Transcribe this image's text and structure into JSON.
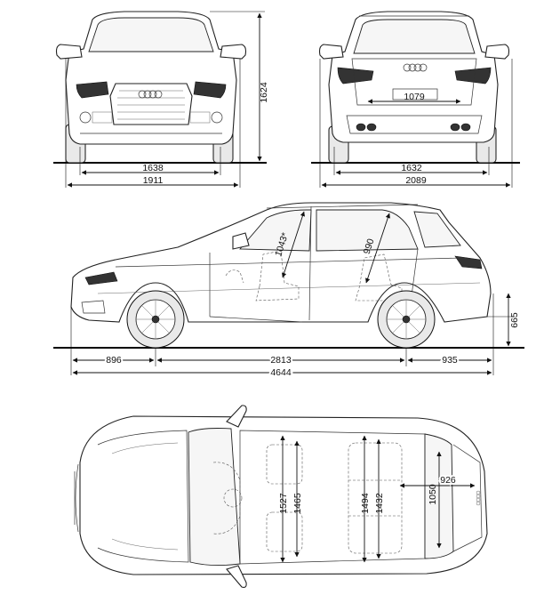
{
  "views": {
    "front": {
      "dims": {
        "height": "1624",
        "track": "1638",
        "width": "1911"
      }
    },
    "rear": {
      "dims": {
        "track": "1632",
        "inner": "1079",
        "width_mirrors": "2089"
      }
    },
    "side": {
      "dims": {
        "front_overhang": "896",
        "wheelbase": "2813",
        "rear_overhang": "935",
        "length": "4644",
        "ground_clearance": "665",
        "front_headroom": "1043*",
        "rear_headroom": "990"
      }
    },
    "top": {
      "dims": {
        "front_shoulder": "1527",
        "front_elbow": "1465",
        "rear_shoulder": "1494",
        "rear_elbow": "1432",
        "trunk_width": "1050",
        "trunk_length": "926"
      }
    }
  }
}
